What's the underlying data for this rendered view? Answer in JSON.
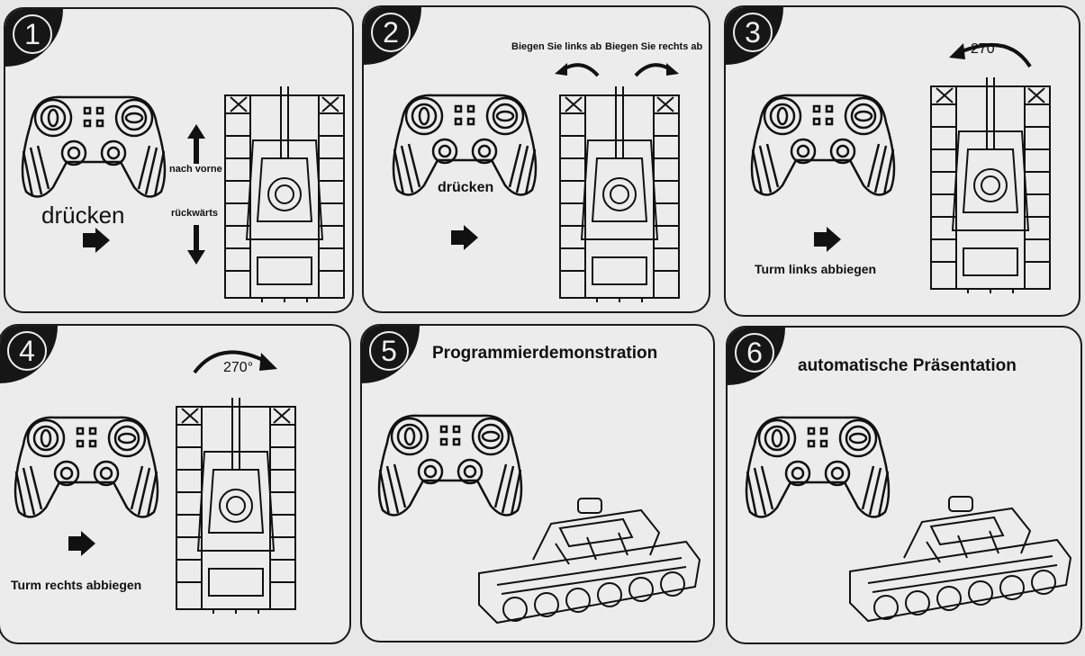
{
  "steps": [
    {
      "number": "1",
      "labels": {
        "press": "drücken",
        "forward": "nach vorne",
        "backward": "rückwärts"
      }
    },
    {
      "number": "2",
      "labels": {
        "press": "drücken",
        "turn_left": "Biegen Sie links ab",
        "turn_right": "Biegen Sie rechts ab"
      }
    },
    {
      "number": "3",
      "labels": {
        "rotation": "270°",
        "caption": "Turm links abbiegen"
      }
    },
    {
      "number": "4",
      "labels": {
        "rotation": "270°",
        "caption": "Turm rechts abbiegen"
      }
    },
    {
      "number": "5",
      "labels": {
        "title": "Programmierdemonstration"
      }
    },
    {
      "number": "6",
      "labels": {
        "title": "automatische Präsentation"
      }
    }
  ],
  "icons": [
    "controller-icon",
    "tank-topview-icon",
    "tank-side-icon",
    "arrow-right-icon",
    "arrow-up-icon",
    "arrow-down-icon",
    "curved-arrow-icon"
  ]
}
